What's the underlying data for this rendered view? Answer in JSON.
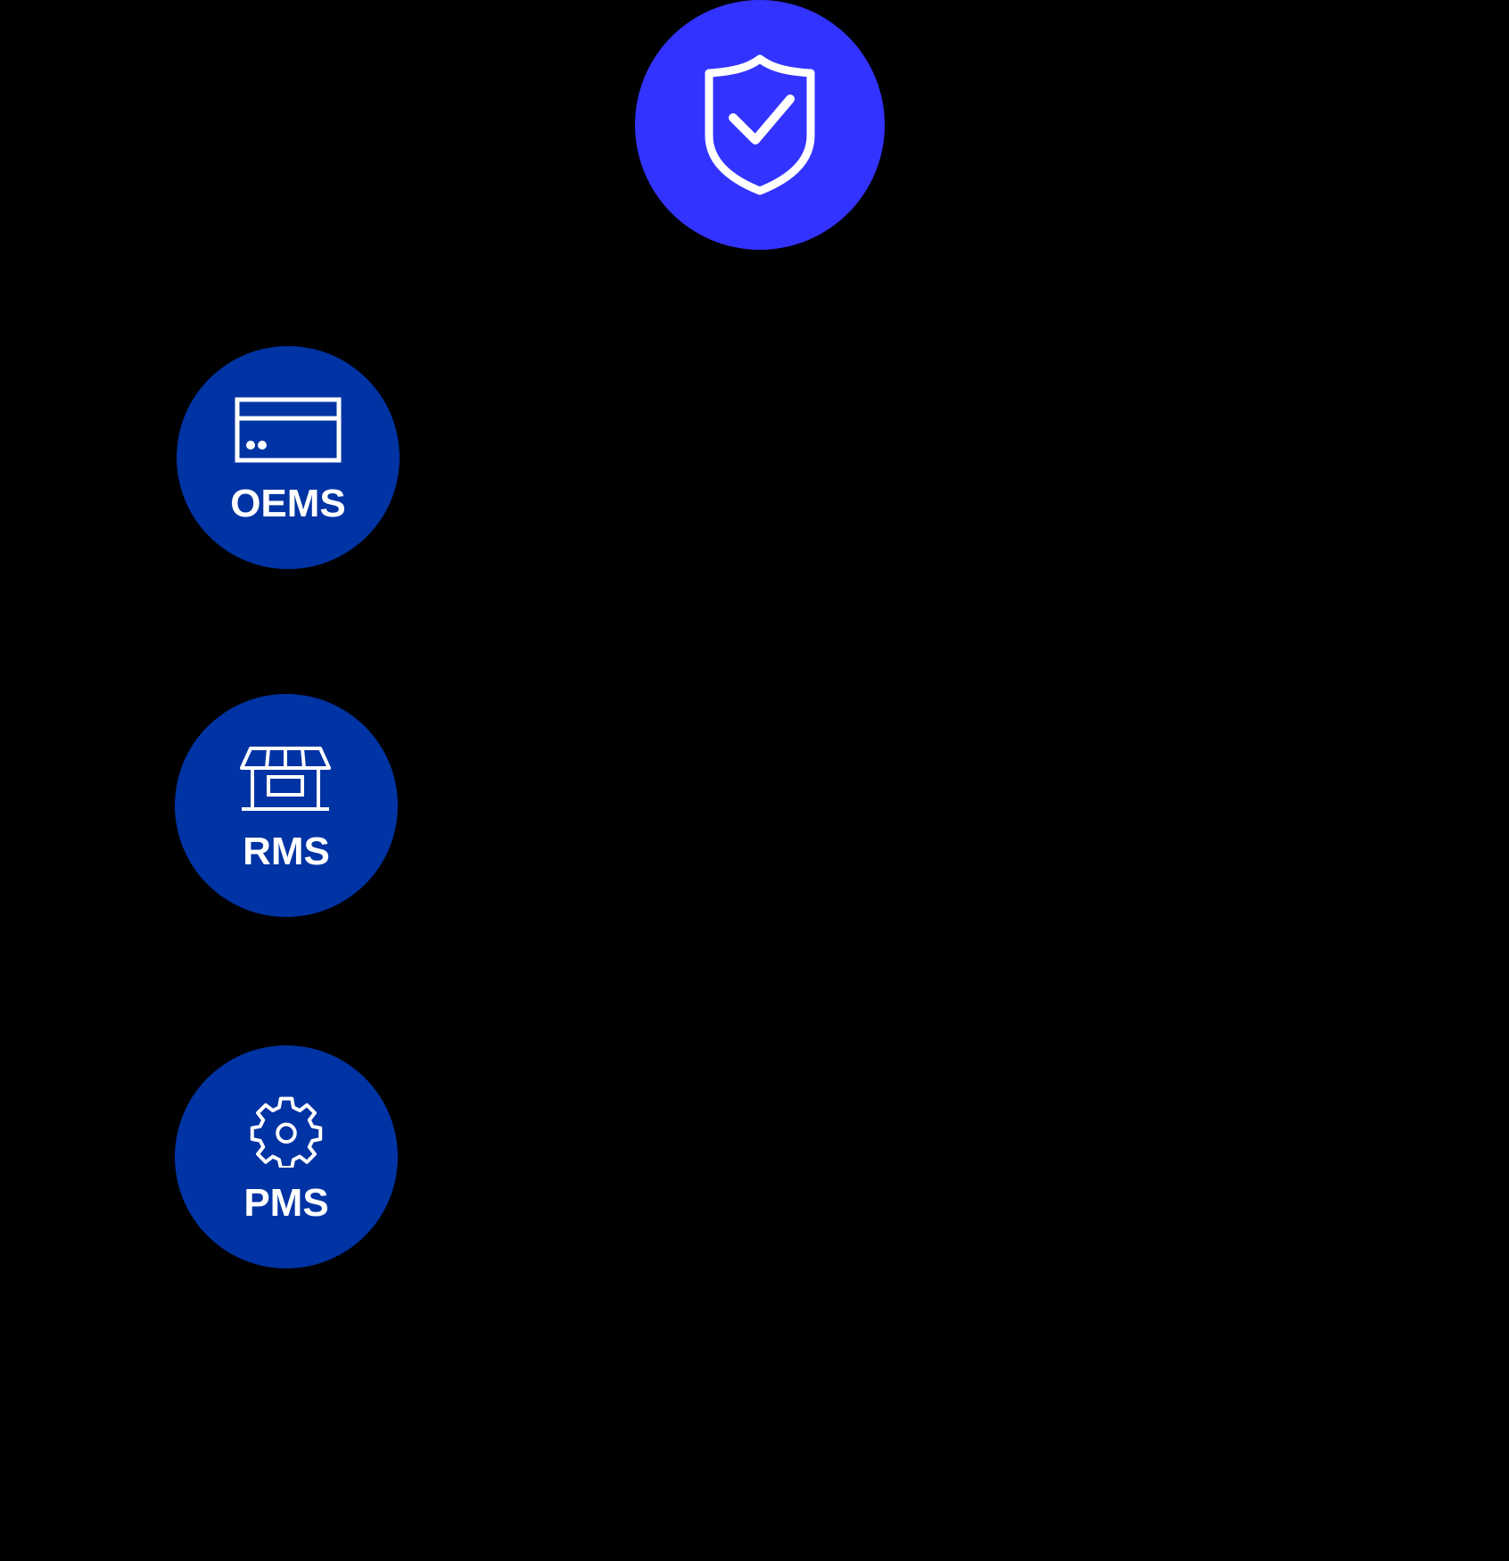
{
  "diagram": {
    "background_color": "#000000",
    "hub": {
      "icon": "shield-check-icon",
      "color": "#3333FF",
      "icon_color": "#FFFFFF"
    },
    "systems": [
      {
        "label": "OEMS",
        "icon": "credit-card-icon",
        "color": "#0033A3"
      },
      {
        "label": "RMS",
        "icon": "storefront-icon",
        "color": "#0033A3"
      },
      {
        "label": "PMS",
        "icon": "gear-icon",
        "color": "#0033A3"
      }
    ]
  }
}
